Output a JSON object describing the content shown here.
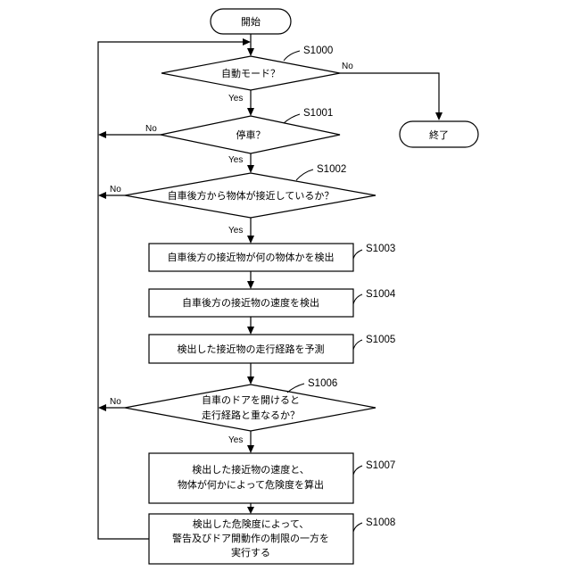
{
  "flowchart": {
    "start_label": "開始",
    "end_label": "終了",
    "yes": "Yes",
    "no": "No",
    "steps": {
      "s1000": {
        "id": "S1000",
        "text": [
          "自動モード？"
        ]
      },
      "s1001": {
        "id": "S1001",
        "text": [
          "停車？"
        ]
      },
      "s1002": {
        "id": "S1002",
        "text": [
          "自車後方から物体が接近しているか？"
        ]
      },
      "s1003": {
        "id": "S1003",
        "text": [
          "自車後方の接近物が何の物体かを検出"
        ]
      },
      "s1004": {
        "id": "S1004",
        "text": [
          "自車後方の接近物の速度を検出"
        ]
      },
      "s1005": {
        "id": "S1005",
        "text": [
          "検出した接近物の走行経路を予測"
        ]
      },
      "s1006": {
        "id": "S1006",
        "text": [
          "自車のドアを開けると",
          "走行経路と重なるか？"
        ]
      },
      "s1007": {
        "id": "S1007",
        "text": [
          "検出した接近物の速度と、",
          "物体が何かによって危険度を算出"
        ]
      },
      "s1008": {
        "id": "S1008",
        "text": [
          "検出した危険度によって、",
          "警告及びドア開動作の制限の一方を",
          "実行する"
        ]
      }
    }
  }
}
